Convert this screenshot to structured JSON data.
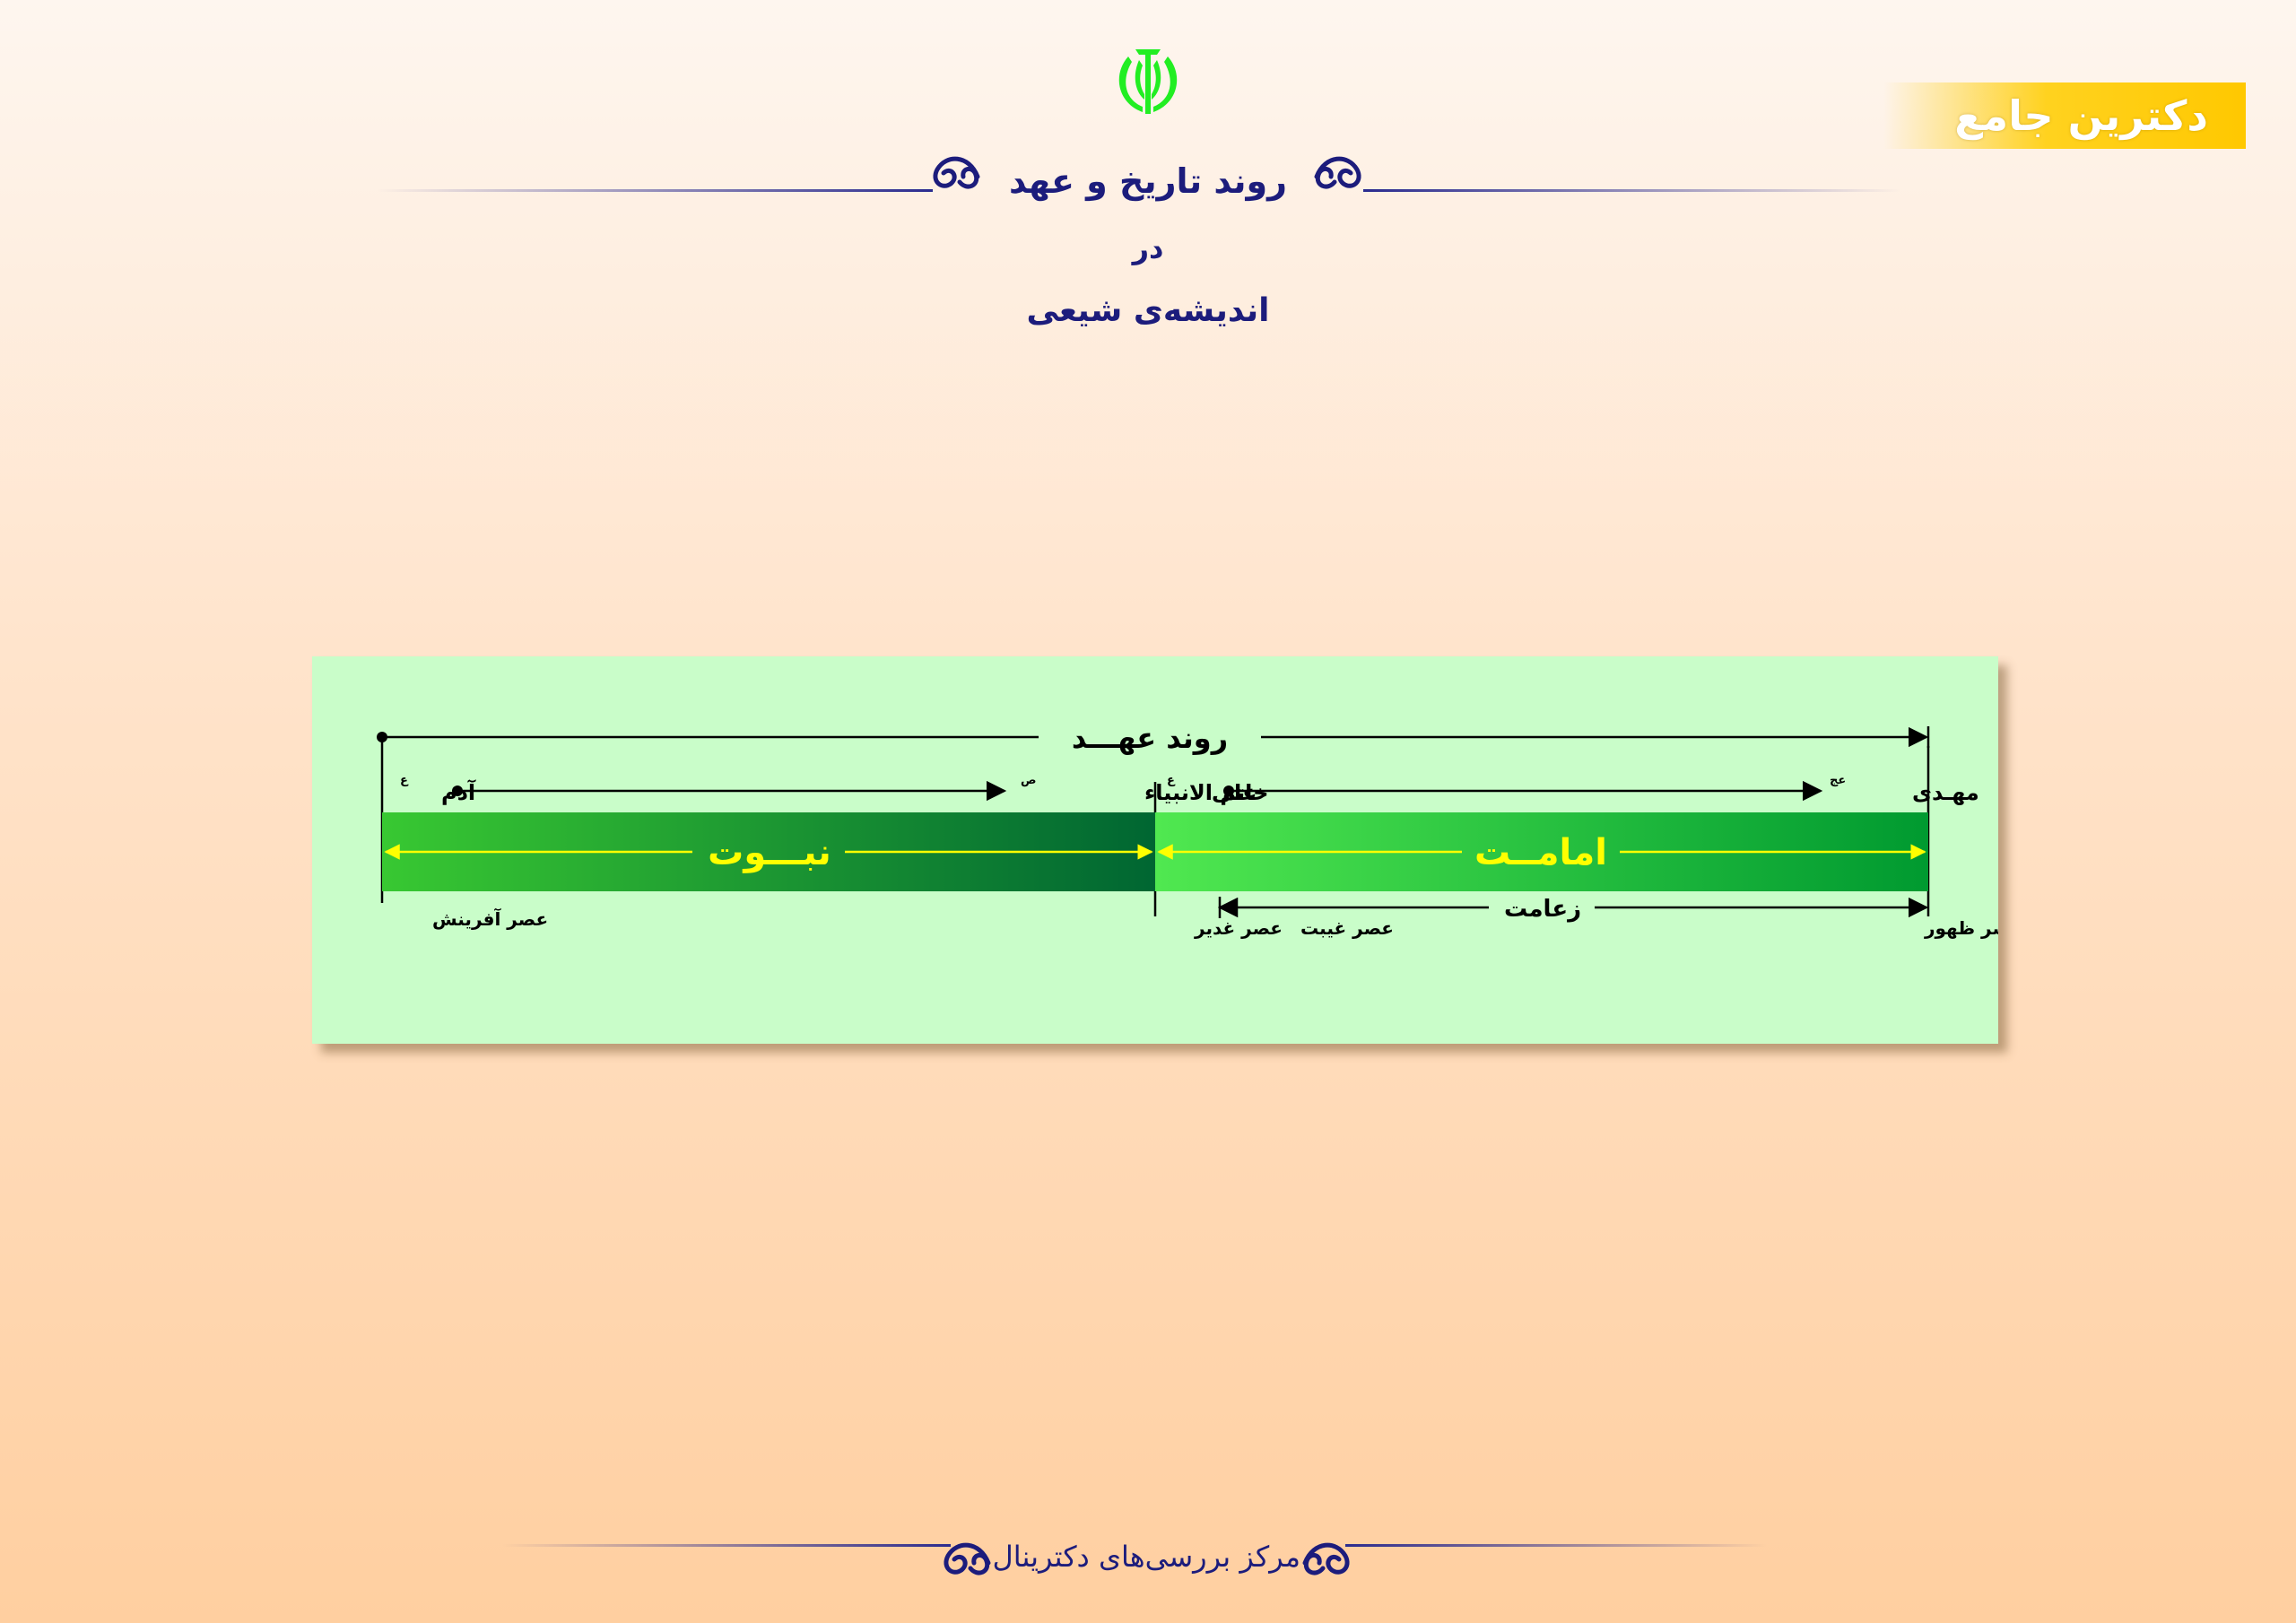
{
  "header": {
    "badge_label": "دکترین جامع",
    "title_line1": "روند تاریخ و عهد",
    "title_line2": "در",
    "title_line3": "اندیشه‌ی شیعی"
  },
  "diagram": {
    "covenant_label": "روند عهـــد",
    "prophet_start": "آدم",
    "prophet_start_honorific": "ع",
    "prophet_end": "خاتم الانبیاء",
    "prophet_end_honorific": "ص",
    "imam_start": "علی",
    "imam_start_honorific": "ع",
    "imam_end": "مهـدی",
    "imam_end_honorific": "عج",
    "prophethood_label": "نبـــوت",
    "imamate_label": "امامــت",
    "leadership_label": "زعامت",
    "era_creation": "عصر آفرینش",
    "era_ghadir": "عصر غدیر",
    "era_occultation": "عصر غیبت",
    "era_reappearance": "عصر ظهور"
  },
  "footer": {
    "text": "مرکز بررسی‌های دکترینال"
  },
  "colors": {
    "title_blue": "#1c1c7c",
    "emblem_green": "#22ee22",
    "badge_gold": "#ffc800",
    "panel_green": "#c9fdc9",
    "bar_label_yellow": "#ffff00"
  }
}
